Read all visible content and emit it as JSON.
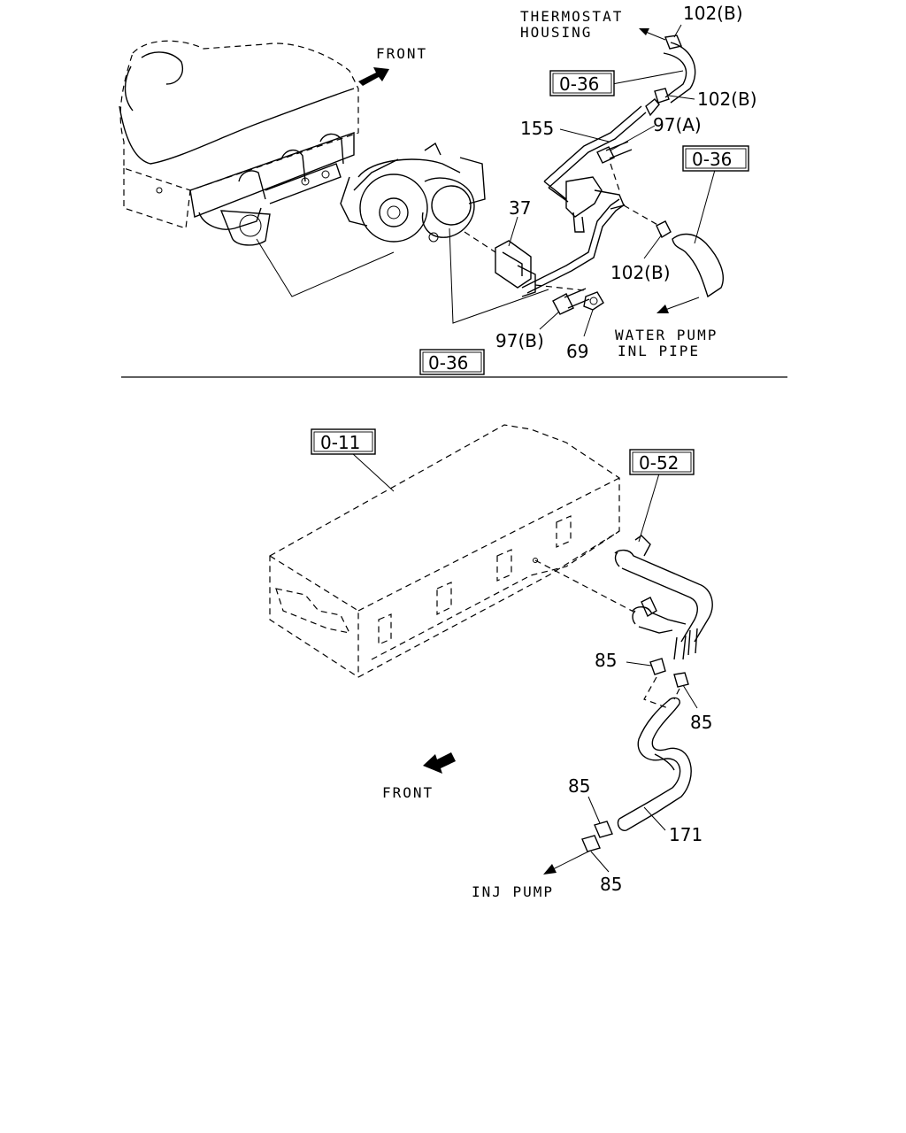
{
  "top": {
    "front_label": "FRONT",
    "thermostat_line1": "THERMOSTAT",
    "thermostat_line2": "HOUSING",
    "water_pump_line1": "WATER PUMP",
    "water_pump_line2": "INL PIPE",
    "part_102b_a": "102(B)",
    "part_102b_b": "102(B)",
    "part_102b_c": "102(B)",
    "part_155": "155",
    "part_97a": "97(A)",
    "part_37": "37",
    "part_97b": "97(B)",
    "part_69": "69",
    "ref_036_a": "0-36",
    "ref_036_b": "0-36",
    "ref_036_c": "0-36"
  },
  "bottom": {
    "ref_011": "0-11",
    "ref_052": "0-52",
    "front_label": "FRONT",
    "inj_pump_label": "INJ PUMP",
    "part_85_a": "85",
    "part_85_b": "85",
    "part_85_c": "85",
    "part_85_d": "85",
    "part_171": "171"
  }
}
